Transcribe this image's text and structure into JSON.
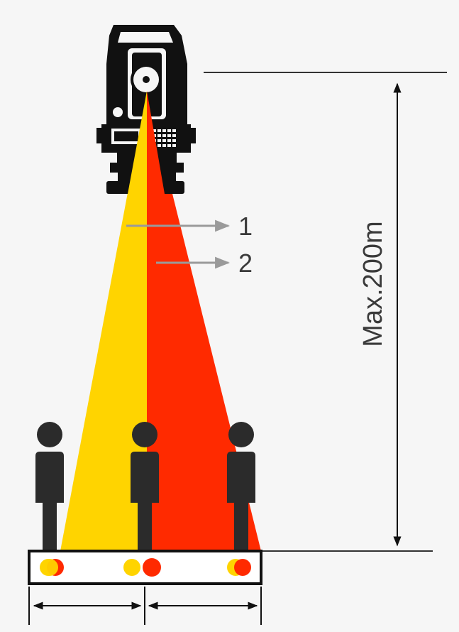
{
  "labels": {
    "callout_1": "1",
    "callout_2": "2",
    "range": "Max.200m"
  },
  "colors": {
    "background": "#f6f6f6",
    "beam_yellow": "#ffd400",
    "beam_red": "#ff2a00",
    "instrument": "#111111",
    "person": "#2b2b2b",
    "line": "#333333",
    "callout_line": "#9a9a9a"
  },
  "icons": {
    "instrument": "total-station-icon",
    "person": "person-icon"
  }
}
